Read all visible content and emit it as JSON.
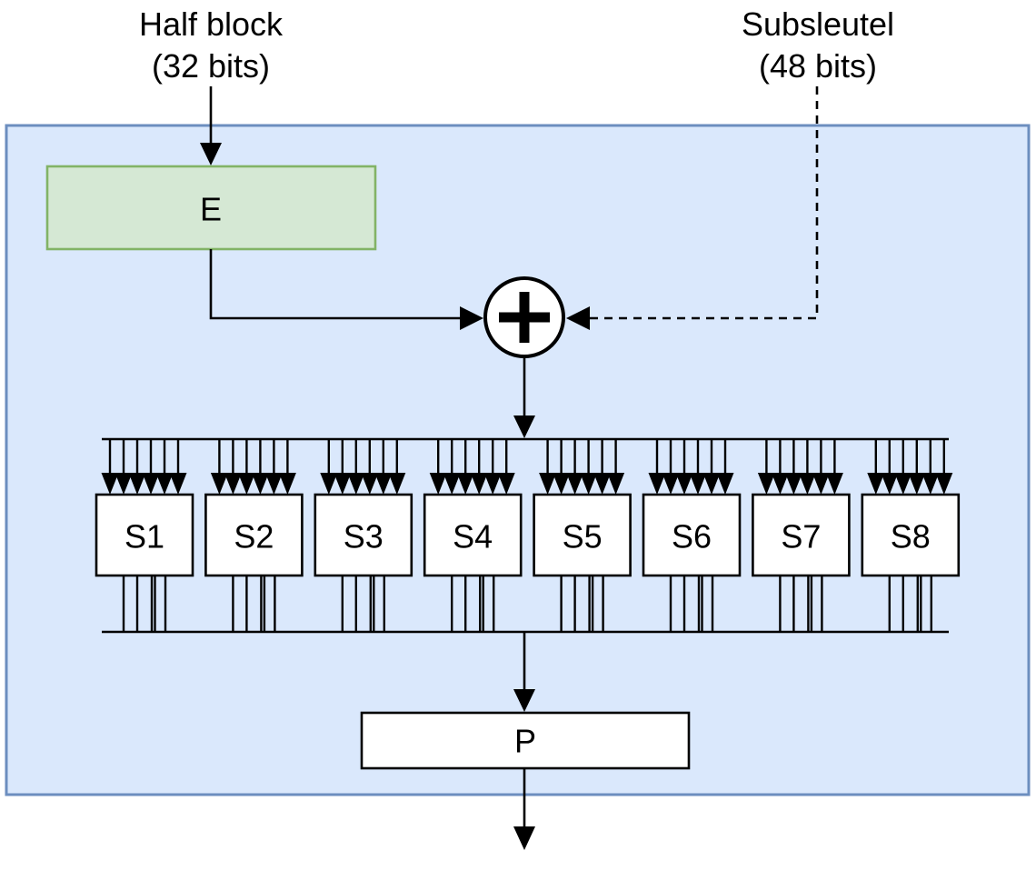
{
  "diagram": {
    "type": "DES-f-function-flow",
    "input_label": {
      "line1": "Half block",
      "line2": "(32 bits)"
    },
    "subkey_label": {
      "line1": "Subsleutel",
      "line2": "(48 bits)"
    },
    "expansion_box": {
      "label": "E"
    },
    "permutation_box": {
      "label": "P"
    },
    "xor_node": {
      "symbol": "+"
    },
    "sboxes": [
      {
        "label": "S1"
      },
      {
        "label": "S2"
      },
      {
        "label": "S3"
      },
      {
        "label": "S4"
      },
      {
        "label": "S5"
      },
      {
        "label": "S6"
      },
      {
        "label": "S7"
      },
      {
        "label": "S8"
      }
    ],
    "arrows_per_sbox_in": 6,
    "lines_per_sbox_out": 4,
    "colors": {
      "container_fill": "#dae8fc",
      "container_stroke": "#6c8ebf",
      "expansion_fill": "#d5e8d4",
      "expansion_stroke": "#82b366",
      "box_fill": "#ffffff",
      "line_color": "#000000"
    }
  }
}
